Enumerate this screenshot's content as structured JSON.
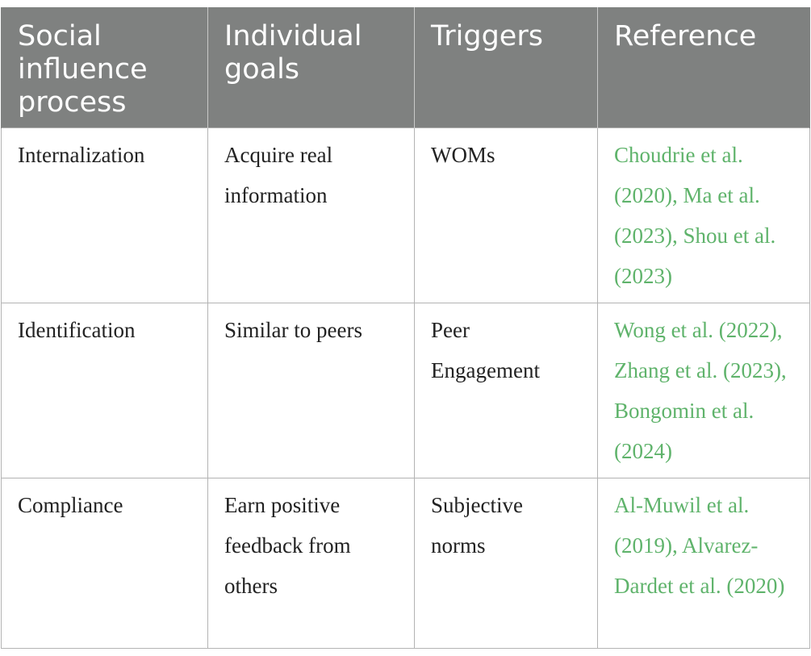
{
  "table": {
    "headers": [
      "Social influence process",
      "Individual goals",
      "Triggers",
      "Reference"
    ],
    "rows": [
      {
        "process": "Internalization",
        "goal": "Acquire real information",
        "trigger": "WOMs",
        "reference": "Choudrie et al. (2020), Ma et al. (2023), Shou et al. (2023)"
      },
      {
        "process": "Identification",
        "goal": "Similar to peers",
        "trigger": "Peer Engagement",
        "reference": "Wong et al. (2022), Zhang et al. (2023), Bongomin et al. (2024)"
      },
      {
        "process": "Compliance",
        "goal": "Earn positive feedback from others",
        "trigger": "Subjective norms",
        "reference": "Al-Muwil et al. (2019), Alvarez-Dardet et al. (2020)"
      }
    ]
  },
  "colors": {
    "header_background": "#7f8180",
    "header_text": "#ffffff",
    "reference_link": "#5fb36b",
    "body_text": "#222222"
  }
}
